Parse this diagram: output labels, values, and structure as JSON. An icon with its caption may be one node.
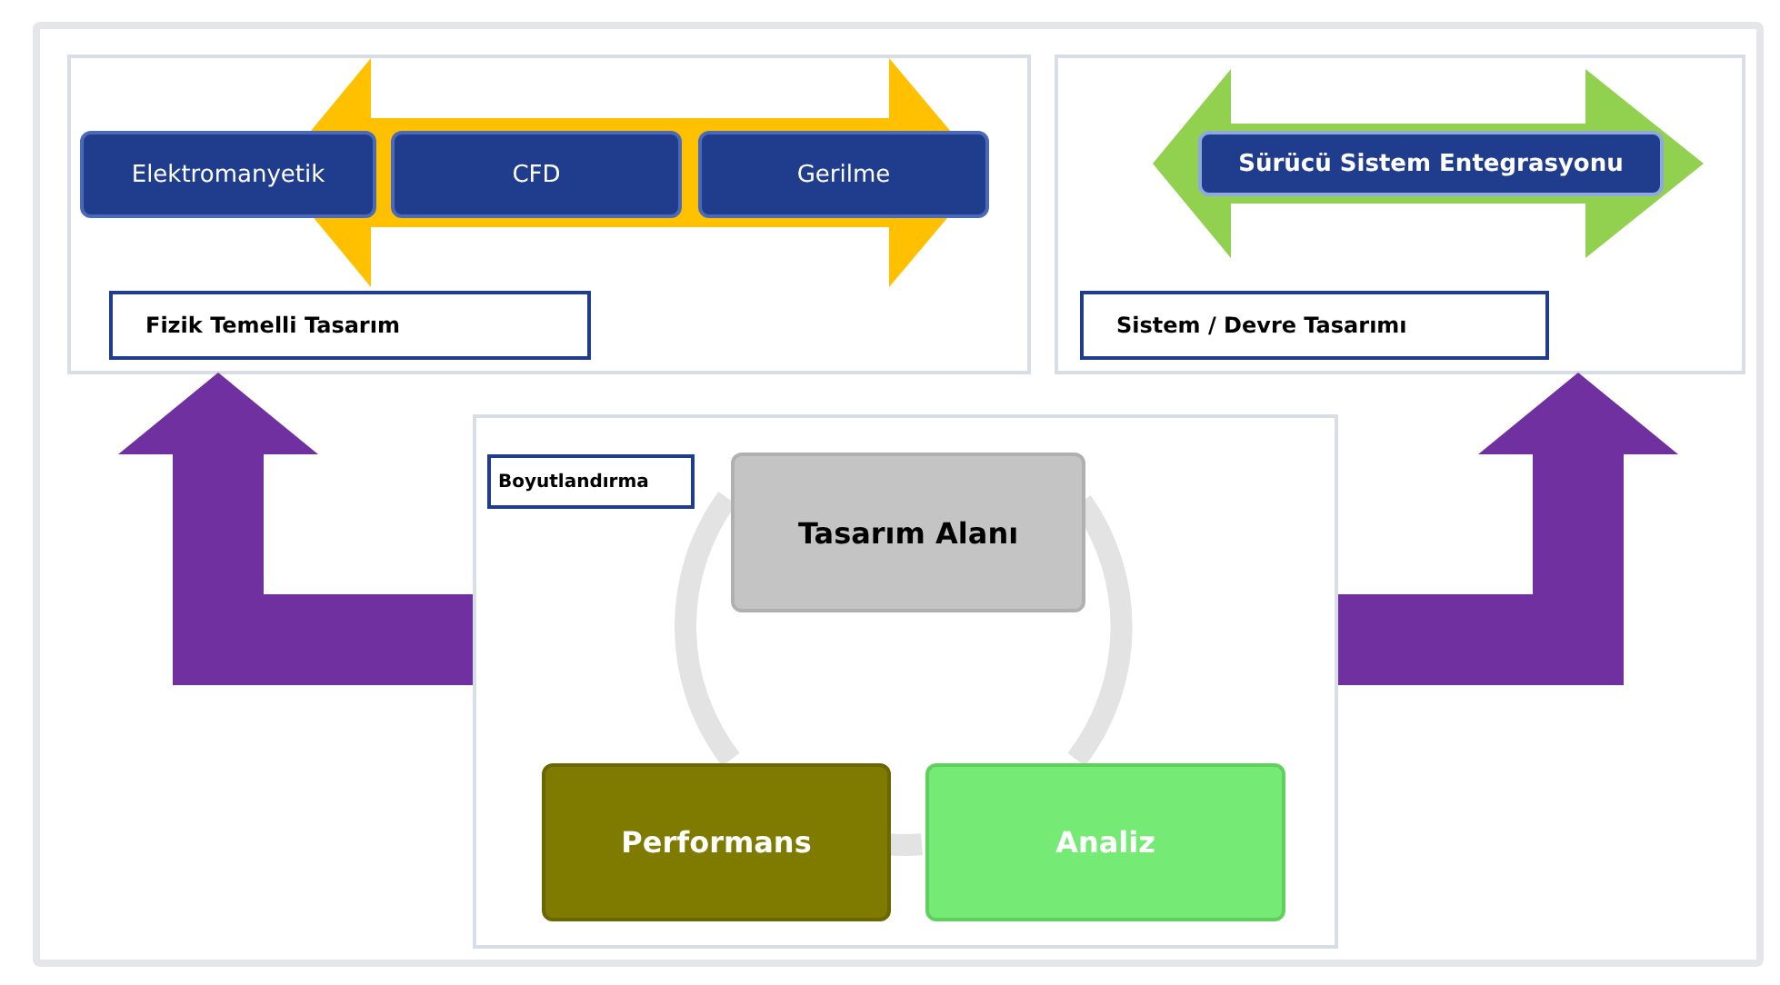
{
  "diagram": {
    "nodes": [
      {
        "text": [
          "Fizik Temelli Tasarım"
        ]
      },
      {
        "text": [
          "Elektromanyetik"
        ],
        "in": 0
      },
      {
        "text": [
          "CFD"
        ],
        "in": 0
      },
      {
        "text": [
          "Gerilme"
        ],
        "in": 0
      },
      {
        "text": [
          "Sistem / Devre Tasarımı"
        ]
      },
      {
        "text": [
          "Sürücü Sistem Entegrasyonu"
        ],
        "in": 4
      },
      {
        "text": [
          "Boyutlandırma"
        ]
      },
      {
        "text": [
          "Tasarım Alanı"
        ],
        "in": 6
      },
      {
        "text": [
          "Performans"
        ],
        "in": 6
      },
      {
        "text": [
          "Analiz"
        ],
        "in": 6
      }
    ],
    "edges": [
      {
        "from": 6,
        "to": 0,
        "arrow": "to",
        "style": "thick",
        "color": "#7030a0"
      },
      {
        "from": 6,
        "to": 4,
        "arrow": "to",
        "style": "thick",
        "color": "#7030a0"
      },
      {
        "from": 7,
        "to": 9,
        "arrow": "none",
        "color": "#e3e3e3"
      },
      {
        "from": 9,
        "to": 8,
        "arrow": "none",
        "color": "#e3e3e3"
      },
      {
        "from": 8,
        "to": 7,
        "arrow": "none",
        "color": "#e3e3e3"
      }
    ]
  }
}
